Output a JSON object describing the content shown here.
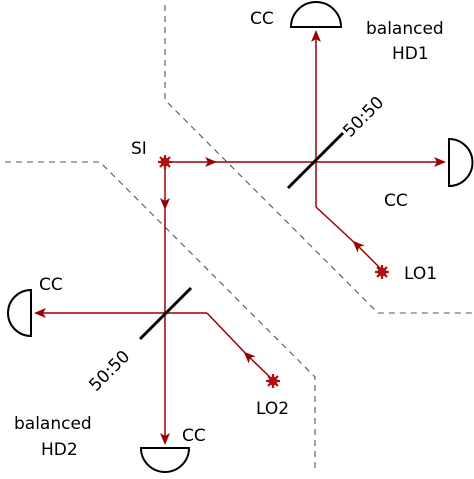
{
  "colors": {
    "beam": "#9a0000",
    "source": "#b01010",
    "divider": "#555555",
    "ink": "#000000"
  },
  "labels": {
    "si": "SI",
    "lo1": "LO1",
    "lo2": "LO2",
    "cc": "CC",
    "bs_ratio": "50:50",
    "hd1_line1": "balanced",
    "hd1_line2": "HD1",
    "hd2_line1": "balanced",
    "hd2_line2": "HD2"
  }
}
